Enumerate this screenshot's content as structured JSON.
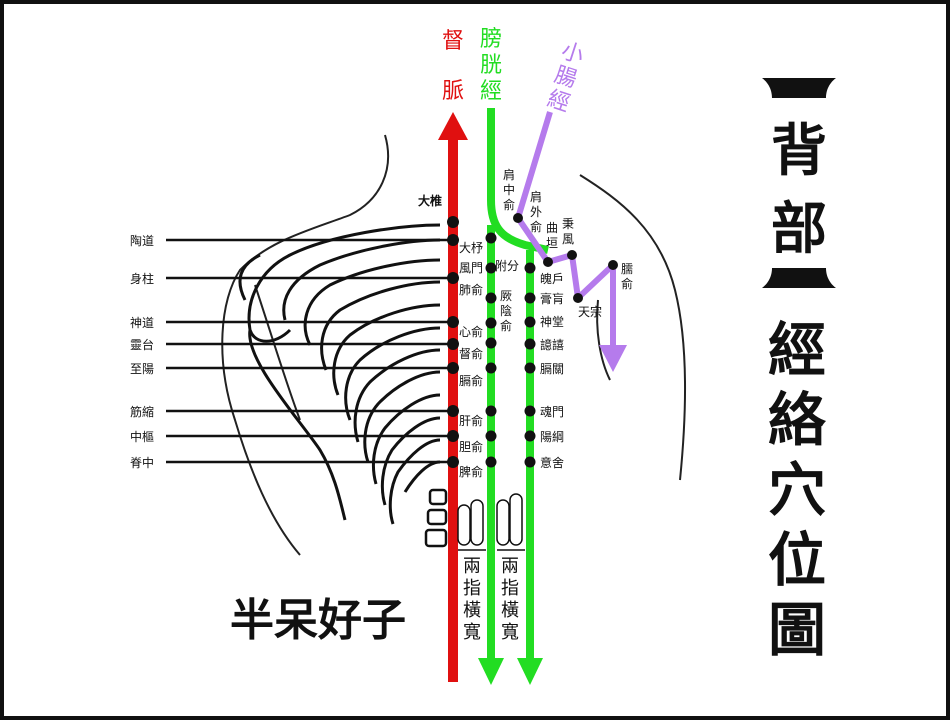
{
  "meridians": {
    "du": {
      "name_line1": "督",
      "name_line2": "脈",
      "color": "#e01010"
    },
    "bladder": {
      "name": "膀胱經",
      "color": "#22dd22"
    },
    "small_intestine": {
      "name": "小腸經",
      "color": "#b57bec"
    }
  },
  "title": {
    "top": "背部",
    "bottom": "經絡穴位圖"
  },
  "du_points": {
    "dazhui": "大椎",
    "left": [
      "陶道",
      "身柱",
      "神道",
      "靈台",
      "至陽",
      "筋縮",
      "中樞",
      "脊中"
    ]
  },
  "inner_bladder_points": [
    "大杼",
    "風門",
    "肺俞",
    "心俞",
    "督俞",
    "膈俞",
    "肝俞",
    "胆俞",
    "脾俞"
  ],
  "mid_points": [
    "附分",
    "厥陰俞"
  ],
  "outer_bladder_points": [
    "魄戶",
    "膏肓",
    "神堂",
    "譩譆",
    "膈關",
    "魂門",
    "陽綱",
    "意舍"
  ],
  "small_intestine_points": [
    "肩中俞",
    "肩外俞",
    "曲垣",
    "秉風",
    "臑俞",
    "天宗"
  ],
  "finger_width_label": "兩指橫寬",
  "logo_text": "半呆好子"
}
